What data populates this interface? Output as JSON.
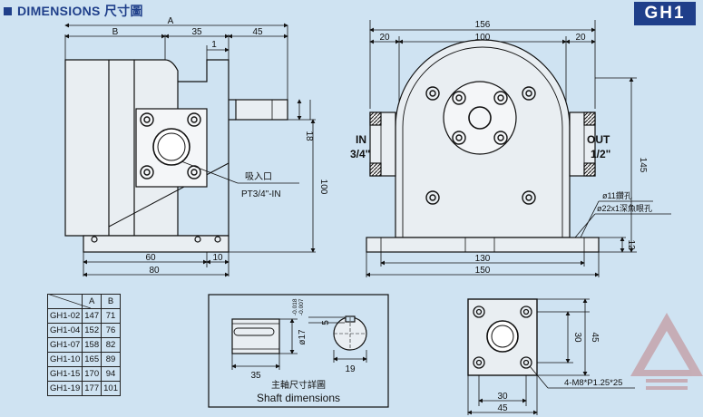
{
  "header": {
    "title": "DIMENSIONS 尺寸圖",
    "badge": "GH1"
  },
  "side_view": {
    "dim_a": "A",
    "dim_b": "B",
    "dim_35": "35",
    "dim_45": "45",
    "dim_1": "1",
    "dim_18": "18",
    "dim_100": "100",
    "dim_60": "60",
    "dim_10": "10",
    "dim_80": "80",
    "inlet_label_cn": "吸入口",
    "inlet_label": "PT3/4\"-IN"
  },
  "front_view": {
    "dim_156": "156",
    "dim_20_left": "20",
    "dim_100": "100",
    "dim_20_right": "20",
    "in_label": "IN",
    "in_size": "3/4\"",
    "out_label": "OUT",
    "out_size": "1/2\"",
    "dim_145": "145",
    "hole_note_1": "ø11鑽孔",
    "hole_note_2": "ø22x1深魚眼孔",
    "dim_12": "12",
    "dim_130": "130",
    "dim_150": "150"
  },
  "model_table": {
    "columns": [
      "A",
      "B"
    ],
    "rows": [
      {
        "model": "GH1-02",
        "a": "147",
        "b": "71"
      },
      {
        "model": "GH1-04",
        "a": "152",
        "b": "76"
      },
      {
        "model": "GH1-07",
        "a": "158",
        "b": "82"
      },
      {
        "model": "GH1-10",
        "a": "165",
        "b": "89"
      },
      {
        "model": "GH1-15",
        "a": "170",
        "b": "94"
      },
      {
        "model": "GH1-19",
        "a": "177",
        "b": "101"
      }
    ]
  },
  "shaft": {
    "dim_tol": "-0.018\n-0.007",
    "dim_tol_1": "-0.018",
    "dim_tol_2": "-0.007",
    "dim_dia": "ø17",
    "dim_5": "5",
    "dim_35": "35",
    "dim_19": "19",
    "title_cn": "主軸尺寸詳圖",
    "title_en": "Shaft dimensions"
  },
  "flange": {
    "dim_30_v": "30",
    "dim_45_v": "45",
    "dim_30_h": "30",
    "dim_45_h": "45",
    "bolt_note": "4-M8*P1.25*25"
  }
}
